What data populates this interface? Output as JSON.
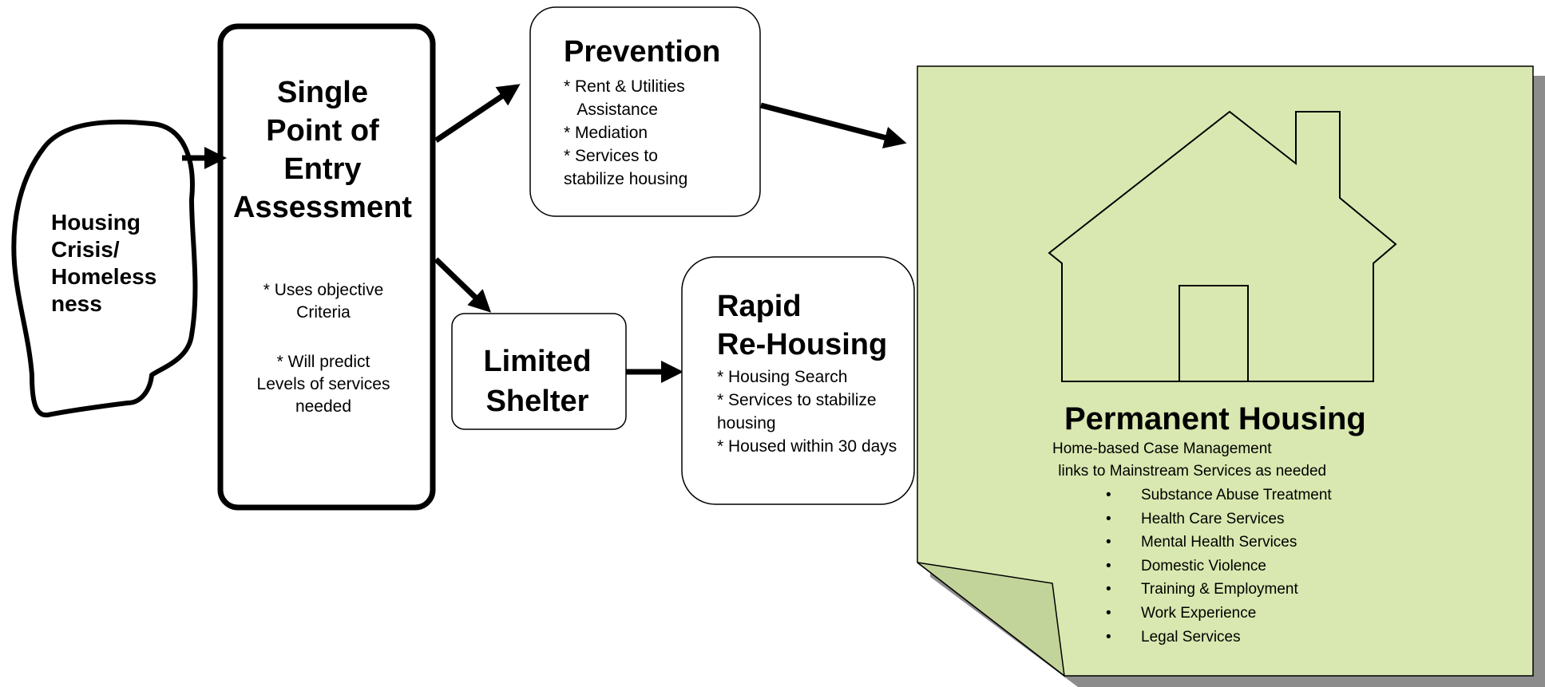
{
  "crisis": {
    "label": "Housing\nCrisis/\nHomeless\nness"
  },
  "single_point_of_entry": {
    "title": "Single\nPoint of\nEntry\nAssessment",
    "bullet_1": "* Uses objective\nCriteria",
    "bullet_2": "* Will predict\nLevels of services\nneeded"
  },
  "prevention": {
    "title": "Prevention",
    "items": [
      "* Rent & Utilities",
      "   Assistance",
      "* Mediation",
      "* Services to",
      "stabilize housing"
    ]
  },
  "limited_shelter": {
    "title": "Limited\nShelter"
  },
  "rapid_rehousing": {
    "title": "Rapid\nRe-Housing",
    "items": [
      "* Housing Search",
      "* Services to stabilize",
      "housing",
      "* Housed within 30 days"
    ]
  },
  "permanent_housing": {
    "title": "Permanent Housing",
    "subtitle_1": "Home-based Case Management",
    "subtitle_2": " links to Mainstream Services as needed",
    "services": [
      "Substance Abuse Treatment",
      "Health Care Services",
      "Mental Health Services",
      "Domestic Violence",
      "Training & Employment",
      "Work Experience",
      "Legal Services"
    ]
  },
  "colors": {
    "note_fill": "#d9e8b0",
    "note_shadow": "#8c8c8c",
    "stroke": "#000000"
  }
}
